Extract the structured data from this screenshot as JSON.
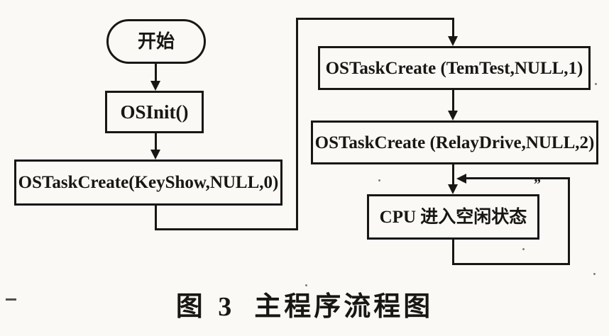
{
  "figure": {
    "caption": {
      "label": "图 3",
      "title": "主程序流程图"
    },
    "scan_artifact": "”"
  },
  "flowchart": {
    "nodes": {
      "start": {
        "label": "开始",
        "shape": "terminator"
      },
      "osinit": {
        "label": "OSInit()",
        "shape": "process"
      },
      "keyshow": {
        "label": "OSTaskCreate(KeyShow,NULL,0)",
        "shape": "process"
      },
      "temtest": {
        "label": "OSTaskCreate (TemTest,NULL,1)",
        "shape": "process"
      },
      "relaydrive": {
        "label": "OSTaskCreate (RelayDrive,NULL,2)",
        "shape": "process"
      },
      "cpu_idle": {
        "label": "CPU 进入空闲状态",
        "shape": "process"
      }
    },
    "edges": [
      {
        "from": "start",
        "to": "osinit",
        "type": "arrow"
      },
      {
        "from": "osinit",
        "to": "keyshow",
        "type": "arrow"
      },
      {
        "from": "keyshow",
        "to": "temtest",
        "type": "arrow-elbow"
      },
      {
        "from": "temtest",
        "to": "relaydrive",
        "type": "arrow"
      },
      {
        "from": "relaydrive",
        "to": "cpu_idle",
        "type": "arrow"
      },
      {
        "from": "cpu_idle",
        "to": "cpu_idle",
        "type": "loop-back"
      }
    ],
    "colors": {
      "ink": "#181714",
      "paper": "#faf9f6"
    }
  }
}
